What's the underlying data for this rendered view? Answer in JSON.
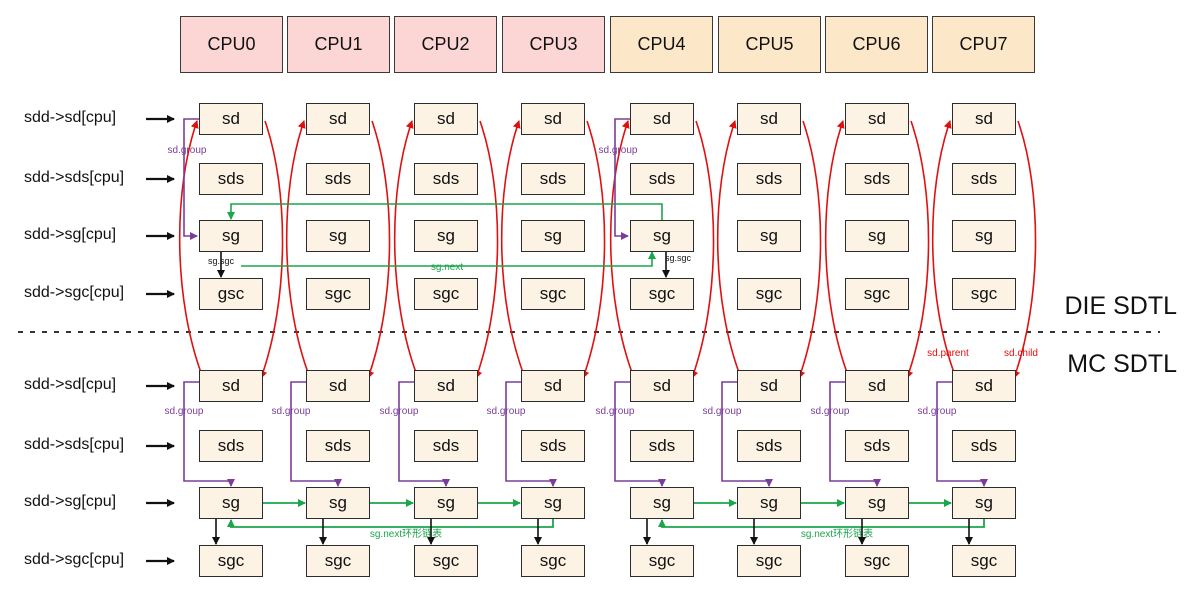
{
  "cpus": [
    {
      "label": "CPU0",
      "color": "#fcd5d5"
    },
    {
      "label": "CPU1",
      "color": "#fcd5d5"
    },
    {
      "label": "CPU2",
      "color": "#fcd5d5"
    },
    {
      "label": "CPU3",
      "color": "#fcd5d5"
    },
    {
      "label": "CPU4",
      "color": "#fde7c9"
    },
    {
      "label": "CPU5",
      "color": "#fde7c9"
    },
    {
      "label": "CPU6",
      "color": "#fde7c9"
    },
    {
      "label": "CPU7",
      "color": "#fde7c9"
    }
  ],
  "die": {
    "title": "DIE SDTL",
    "rows": [
      {
        "label": "sdd->sd[cpu]",
        "cells": [
          "sd",
          "sd",
          "sd",
          "sd",
          "sd",
          "sd",
          "sd",
          "sd"
        ]
      },
      {
        "label": "sdd->sds[cpu]",
        "cells": [
          "sds",
          "sds",
          "sds",
          "sds",
          "sds",
          "sds",
          "sds",
          "sds"
        ]
      },
      {
        "label": "sdd->sg[cpu]",
        "cells": [
          "sg",
          "sg",
          "sg",
          "sg",
          "sg",
          "sg",
          "sg",
          "sg"
        ]
      },
      {
        "label": "sdd->sgc[cpu]",
        "cells": [
          "gsc",
          "sgc",
          "sgc",
          "sgc",
          "sgc",
          "sgc",
          "sgc",
          "sgc"
        ]
      }
    ]
  },
  "mc": {
    "title": "MC SDTL",
    "rows": [
      {
        "label": "sdd->sd[cpu]",
        "cells": [
          "sd",
          "sd",
          "sd",
          "sd",
          "sd",
          "sd",
          "sd",
          "sd"
        ]
      },
      {
        "label": "sdd->sds[cpu]",
        "cells": [
          "sds",
          "sds",
          "sds",
          "sds",
          "sds",
          "sds",
          "sds",
          "sds"
        ]
      },
      {
        "label": "sdd->sg[cpu]",
        "cells": [
          "sg",
          "sg",
          "sg",
          "sg",
          "sg",
          "sg",
          "sg",
          "sg"
        ]
      },
      {
        "label": "sdd->sgc[cpu]",
        "cells": [
          "sgc",
          "sgc",
          "sgc",
          "sgc",
          "sgc",
          "sgc",
          "sgc",
          "sgc"
        ]
      }
    ]
  },
  "annotations": {
    "sd_group": "sd.group",
    "sg_sgc": "sg.sgc",
    "sg_next": "sg.next",
    "sd_parent": "sd.parent",
    "sd_child": "sd.child",
    "sg_next_ring": "sg.next环形链表"
  },
  "colors": {
    "sd_group": "#7a3d9a",
    "sg_next": "#1aa64b",
    "parent_child": "#e01010",
    "sgc_link": "#111111"
  }
}
